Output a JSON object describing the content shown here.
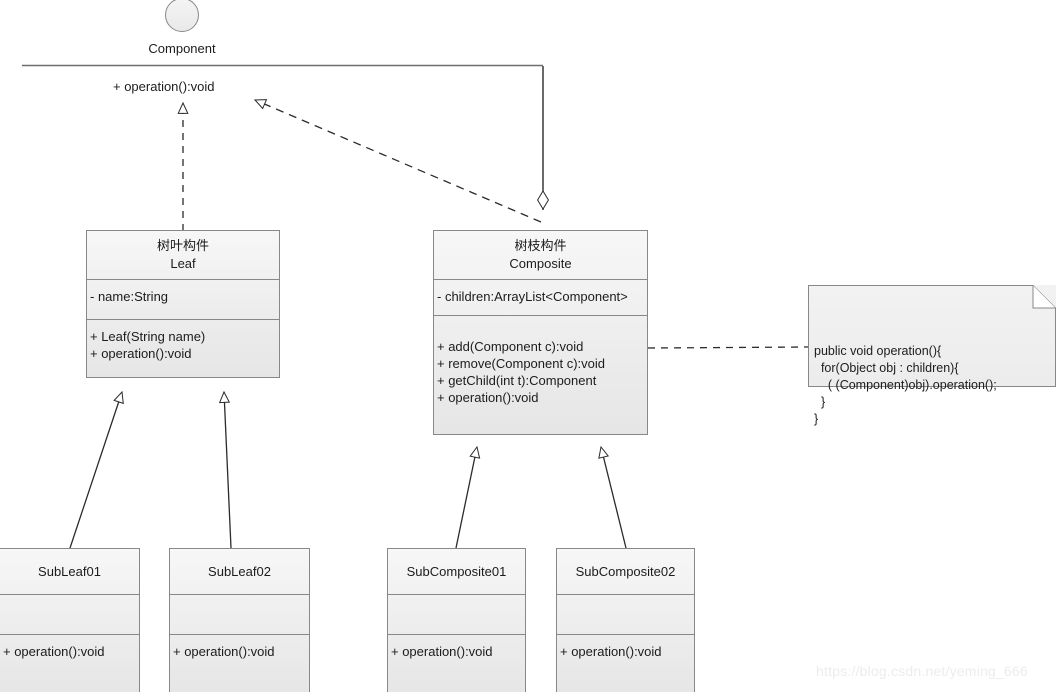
{
  "diagram": {
    "title": "Composite Pattern UML Class Diagram",
    "colors": {
      "box_border": "#888888",
      "box_fill_top": "#f7f7f7",
      "box_fill_bottom": "#e6e6e6",
      "line": "#2b2b2b",
      "text": "#1c1c1c",
      "watermark": "#ececec"
    }
  },
  "interface": {
    "name": "Component",
    "icon": "interface-lollipop-circle",
    "operation": "+ operation():void"
  },
  "classes": {
    "leaf": {
      "title_cn": "树叶构件",
      "title_en": "Leaf",
      "attributes": [
        "- name:String"
      ],
      "methods": [
        "+ Leaf(String name)",
        "+ operation():void"
      ]
    },
    "composite": {
      "title_cn": "树枝构件",
      "title_en": "Composite",
      "attributes": [
        "- children:ArrayList<Component>"
      ],
      "methods": [
        "+ add(Component c):void",
        "+ remove(Component c):void",
        "+ getChild(int t):Component",
        "+ operation():void"
      ]
    },
    "subleaf01": {
      "title_en": "SubLeaf01",
      "attributes": [],
      "methods": [
        "+ operation():void"
      ]
    },
    "subleaf02": {
      "title_en": "SubLeaf02",
      "attributes": [],
      "methods": [
        "+ operation():void"
      ]
    },
    "subcomposite01": {
      "title_en": "SubComposite01",
      "attributes": [],
      "methods": [
        "+ operation():void"
      ]
    },
    "subcomposite02": {
      "title_en": "SubComposite02",
      "attributes": [],
      "methods": [
        "+ operation():void"
      ]
    }
  },
  "note": {
    "code": "public void operation(){\n  for(Object obj : children){\n    ( (Component)obj).operation();\n  }\n}"
  },
  "relationships": [
    {
      "name": "leaf-realizes-component",
      "type": "realization",
      "from": "Leaf",
      "to": "Component",
      "style": "dashed",
      "arrow": "hollow-triangle"
    },
    {
      "name": "composite-realizes-component",
      "type": "realization",
      "from": "Composite",
      "to": "Component",
      "style": "dashed",
      "arrow": "hollow-triangle"
    },
    {
      "name": "component-aggregates-composite",
      "type": "aggregation",
      "from": "Component",
      "to": "Composite",
      "style": "solid",
      "arrow": "hollow-diamond"
    },
    {
      "name": "subleaf01-extends-leaf",
      "type": "generalization",
      "from": "SubLeaf01",
      "to": "Leaf",
      "style": "solid",
      "arrow": "hollow-triangle"
    },
    {
      "name": "subleaf02-extends-leaf",
      "type": "generalization",
      "from": "SubLeaf02",
      "to": "Leaf",
      "style": "solid",
      "arrow": "hollow-triangle"
    },
    {
      "name": "subcomposite01-extends-composite",
      "type": "generalization",
      "from": "SubComposite01",
      "to": "Composite",
      "style": "solid",
      "arrow": "hollow-triangle"
    },
    {
      "name": "subcomposite02-extends-composite",
      "type": "generalization",
      "from": "SubComposite02",
      "to": "Composite",
      "style": "solid",
      "arrow": "hollow-triangle"
    },
    {
      "name": "composite-note-link",
      "type": "note-anchor",
      "from": "Composite",
      "to": "note",
      "style": "dashed",
      "arrow": "none"
    }
  ],
  "watermark": {
    "text": "https://blog.csdn.net/yeming_666"
  }
}
